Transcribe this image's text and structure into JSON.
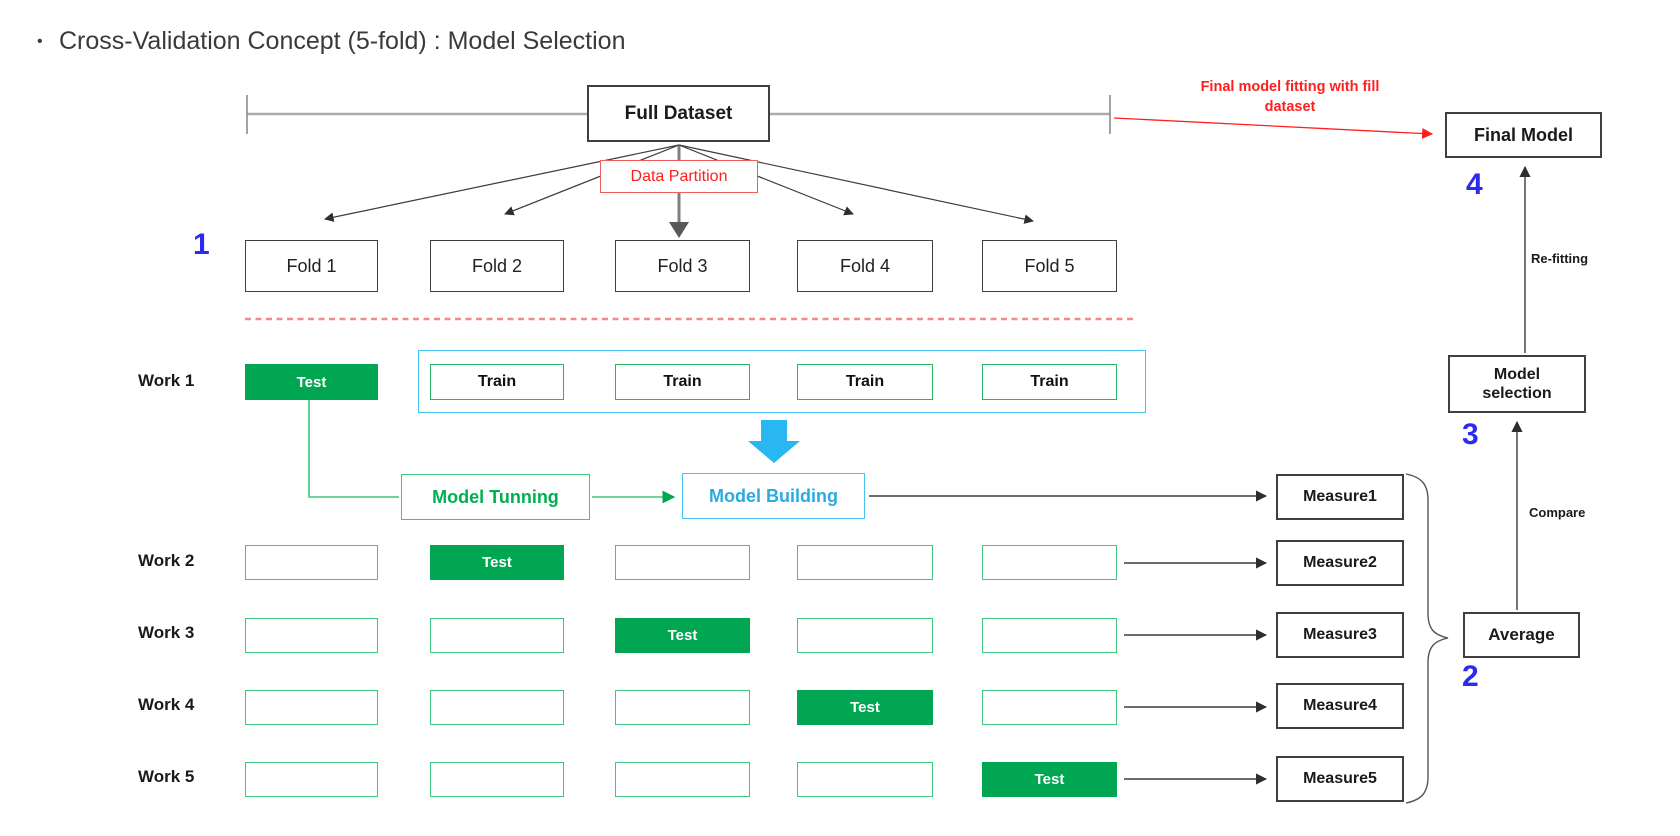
{
  "title": {
    "bullet": "•",
    "text": "Cross-Validation Concept (5-fold) : Model Selection"
  },
  "dataset": {
    "full_label": "Full Dataset",
    "partition_label": "Data Partition"
  },
  "folds": [
    "Fold 1",
    "Fold 2",
    "Fold 3",
    "Fold 4",
    "Fold 5"
  ],
  "annotation": {
    "final_fitting": "Final model fitting with fill dataset"
  },
  "cells": {
    "test": "Test",
    "train": "Train"
  },
  "work_rows": [
    {
      "label": "Work 1",
      "test_fold": 1
    },
    {
      "label": "Work 2",
      "test_fold": 2
    },
    {
      "label": "Work 3",
      "test_fold": 3
    },
    {
      "label": "Work 4",
      "test_fold": 4
    },
    {
      "label": "Work 5",
      "test_fold": 5
    }
  ],
  "process": {
    "tunning": "Model Tunning",
    "building": "Model Building"
  },
  "measures": [
    "Measure1",
    "Measure2",
    "Measure3",
    "Measure4",
    "Measure5"
  ],
  "right_panel": {
    "average": "Average",
    "compare": "Compare",
    "model_selection": "Model selection",
    "refitting": "Re-fitting",
    "final_model": "Final Model"
  },
  "step_numbers": {
    "1": "1",
    "2": "2",
    "3": "3",
    "4": "4"
  },
  "colors": {
    "test_green": "#00A651",
    "green_border": "#3FC57E",
    "green_text": "#00B050",
    "cyan": "#45C2F2",
    "cyan_text": "#29ABE2",
    "red": "#FF1F1F",
    "salmon_dash": "#F28B8B",
    "step_blue": "#2B2BF0",
    "box_border": "#3F3F3F",
    "gray_line": "#ABABAB"
  }
}
